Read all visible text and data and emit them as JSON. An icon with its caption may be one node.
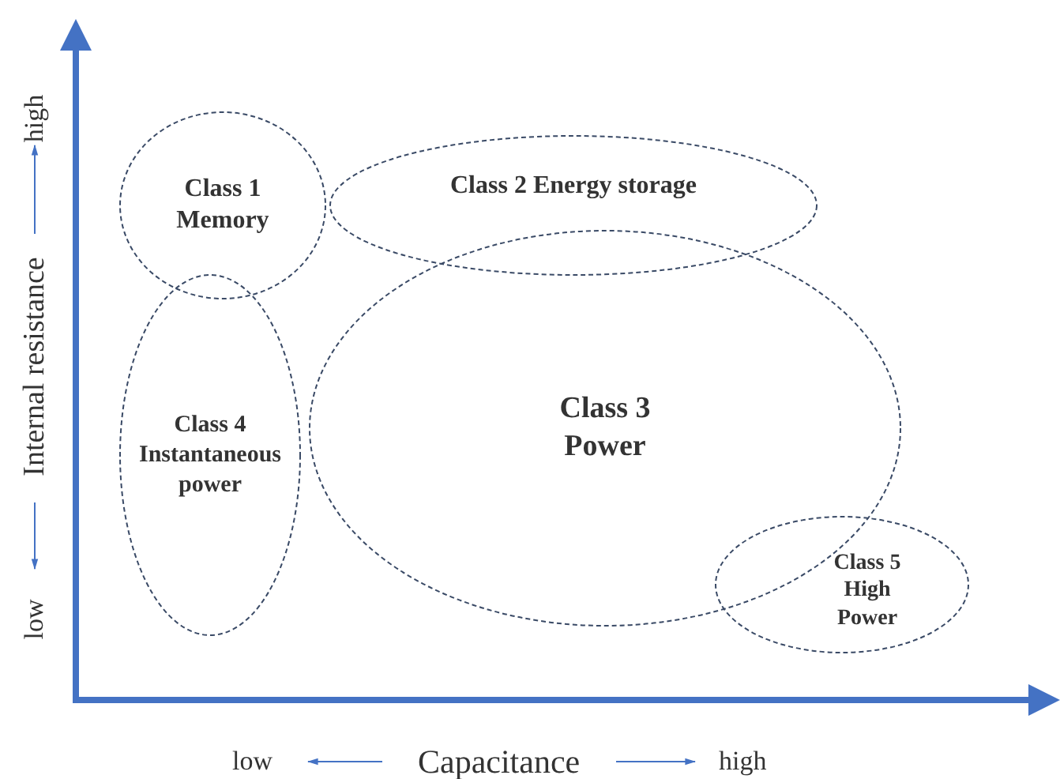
{
  "diagram": {
    "nodes": [
      {
        "text": [
          "Class 1 Memory"
        ]
      },
      {
        "text": [
          "Class 2 Energy storage"
        ]
      },
      {
        "text": [
          "Class 3 Power"
        ]
      },
      {
        "text": [
          "Class 4 Instantaneous power"
        ]
      },
      {
        "text": [
          "Class 5 High Power"
        ]
      }
    ],
    "edges": [],
    "labels": [
      "high",
      "Internal resistance",
      "low",
      "low",
      "Capacitance",
      "high"
    ]
  }
}
